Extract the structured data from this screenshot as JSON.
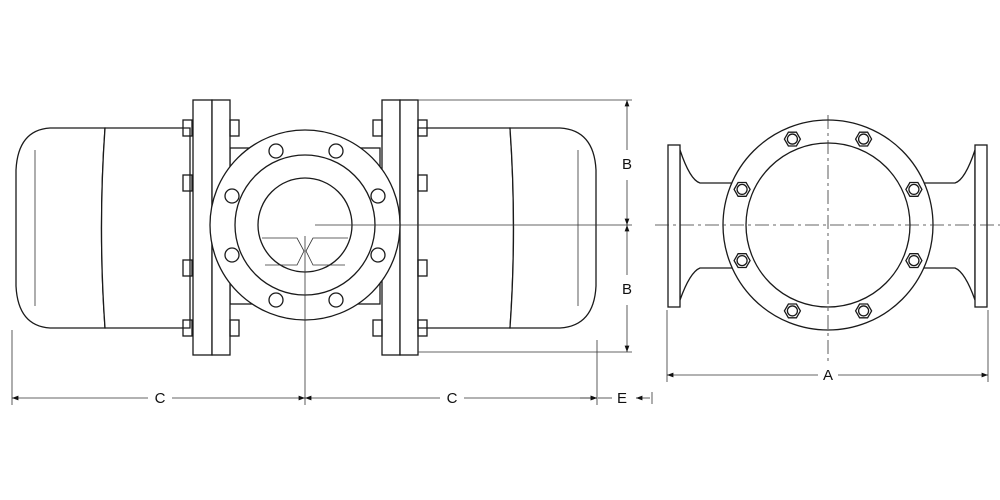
{
  "drawing": {
    "dimension_labels": {
      "b_upper": "B",
      "b_lower": "B",
      "c_left": "C",
      "c_right": "C",
      "e": "E",
      "a": "A"
    },
    "line_color": "#1a1a1a",
    "background_color": "#ffffff"
  }
}
